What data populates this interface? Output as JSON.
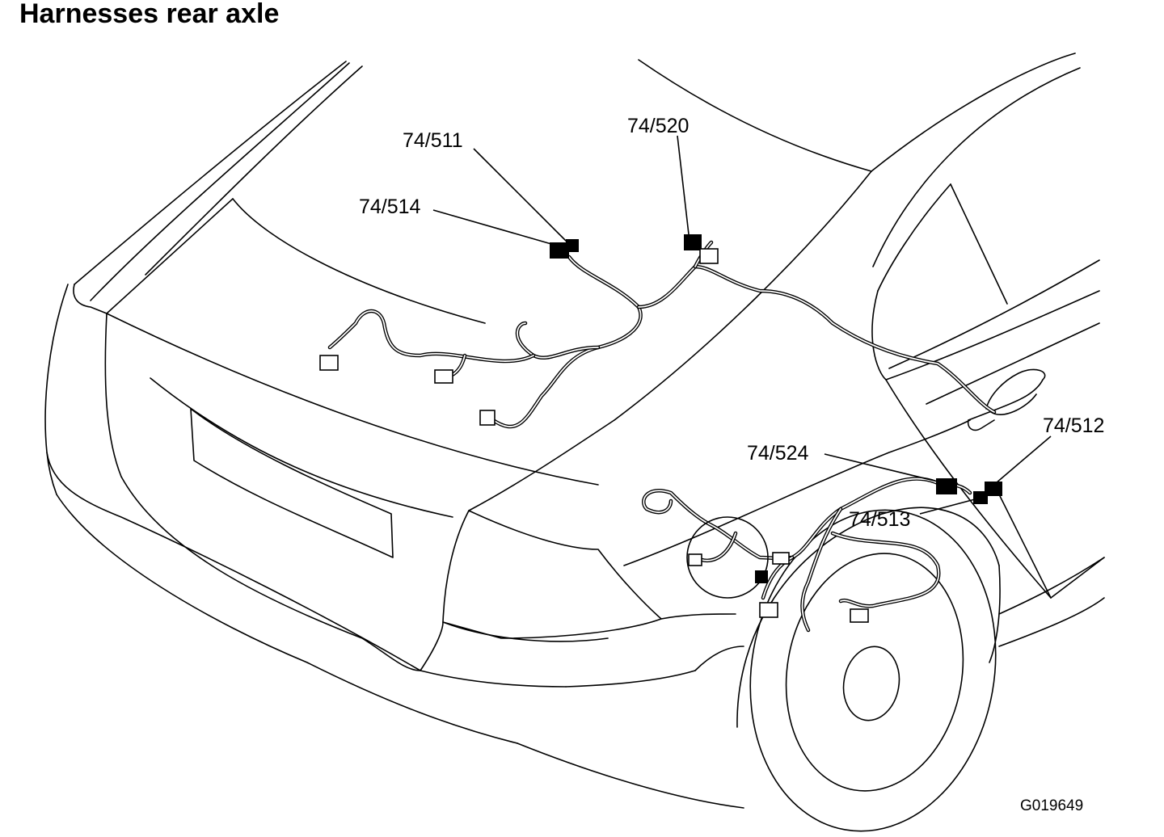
{
  "title": "Harnesses rear axle",
  "figure_id": "G019649",
  "callouts": [
    {
      "id": "74-511",
      "label": "74/511"
    },
    {
      "id": "74-514",
      "label": "74/514"
    },
    {
      "id": "74-520",
      "label": "74/520"
    },
    {
      "id": "74-512",
      "label": "74/512"
    },
    {
      "id": "74-524",
      "label": "74/524"
    },
    {
      "id": "74-513",
      "label": "74/513"
    }
  ]
}
